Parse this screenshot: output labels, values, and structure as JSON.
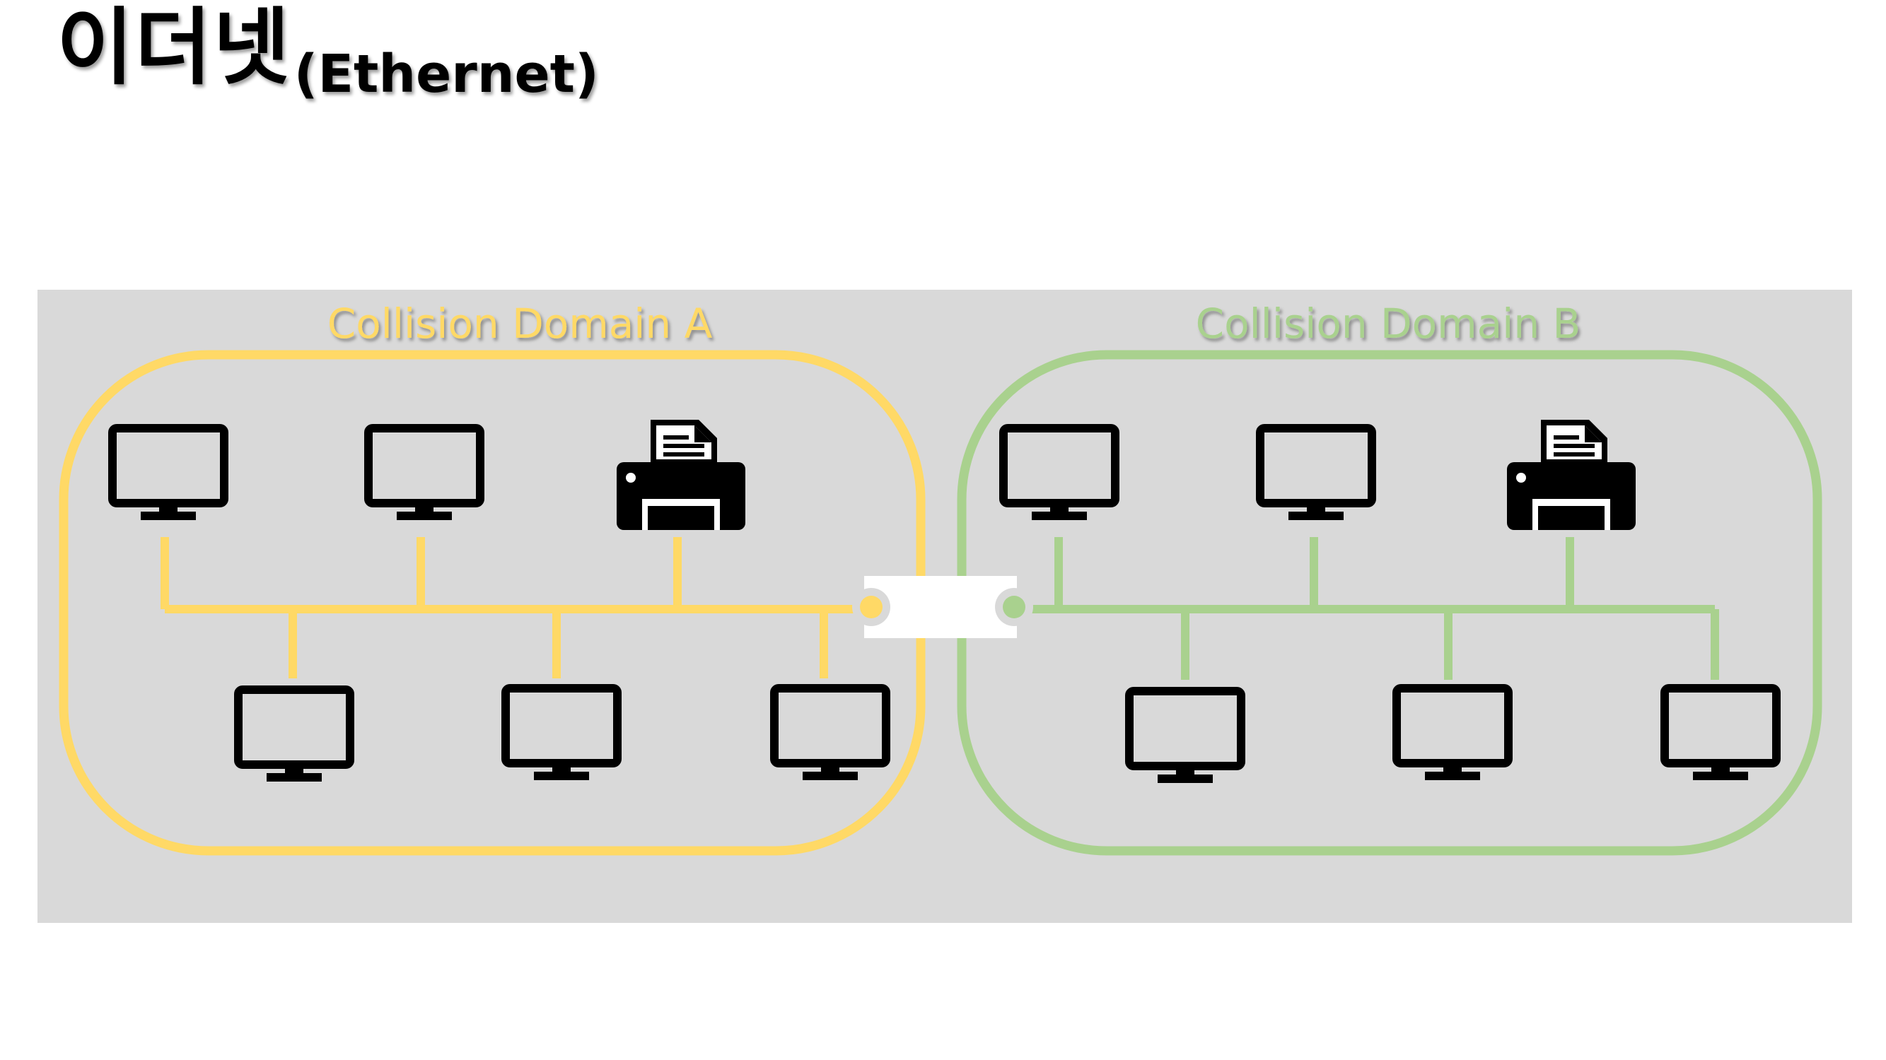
{
  "title": {
    "main": "이더넷",
    "sub": "(Ethernet)"
  },
  "diagram": {
    "domains": [
      {
        "label": "Collision Domain A",
        "color": "#FFD966",
        "top_devices": [
          "monitor",
          "monitor",
          "printer"
        ],
        "bottom_devices": [
          "monitor",
          "monitor",
          "monitor"
        ]
      },
      {
        "label": "Collision Domain B",
        "color": "#A9D18E",
        "top_devices": [
          "monitor",
          "monitor",
          "printer"
        ],
        "bottom_devices": [
          "monitor",
          "monitor",
          "monitor"
        ]
      }
    ],
    "background_color": "#D9D9D9",
    "bridge_color": "#FFFFFF",
    "icons": [
      "monitor-icon",
      "printer-icon",
      "bridge-icon"
    ]
  }
}
